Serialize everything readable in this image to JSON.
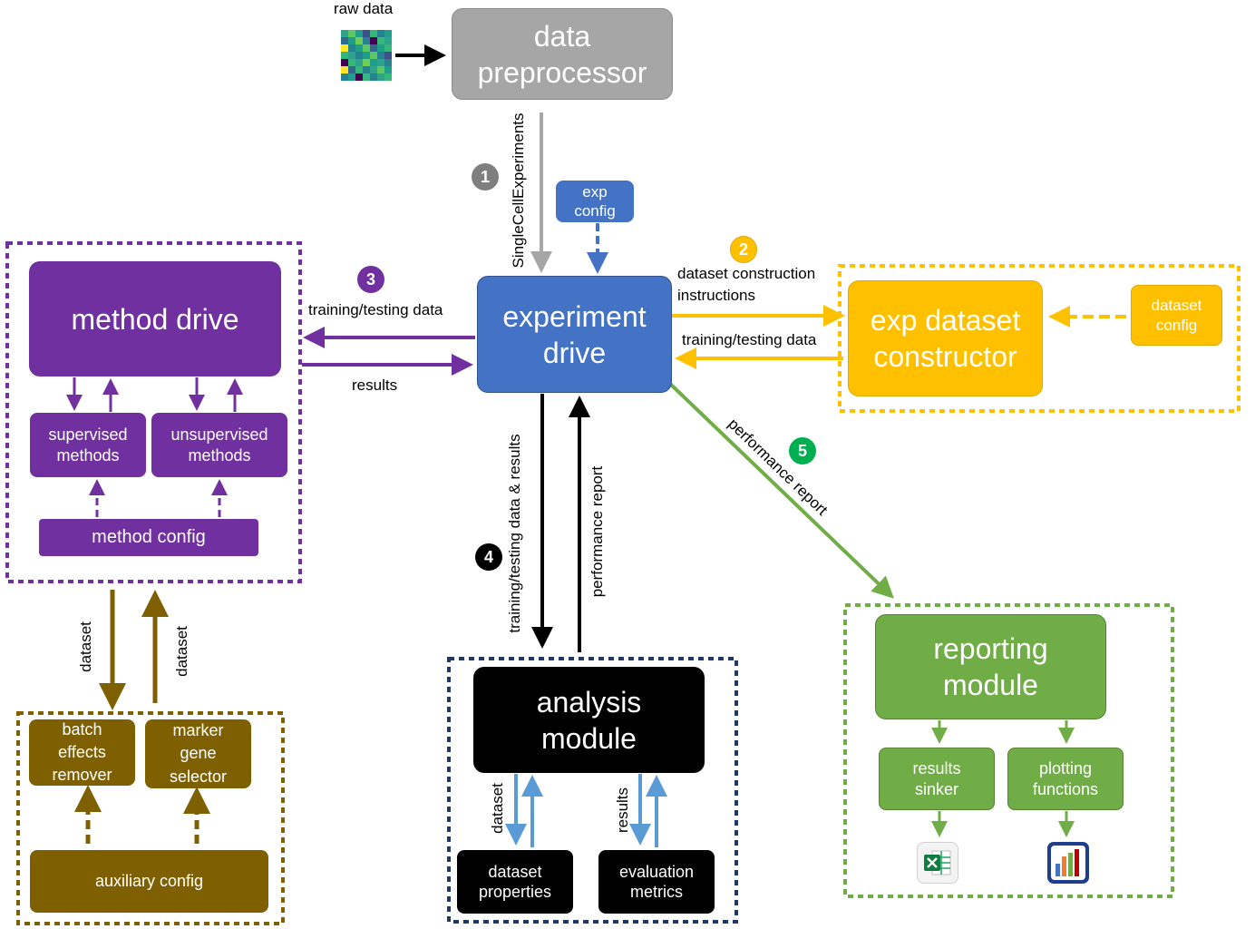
{
  "raw_data": {
    "label": "raw data"
  },
  "boxes": {
    "data_preprocessor": "data preprocessor",
    "experiment_drive": "experiment drive",
    "exp_config": "exp config",
    "method_drive": "method drive",
    "supervised_methods": "supervised methods",
    "unsupervised_methods": "unsupervised methods",
    "method_config": "method config",
    "exp_dataset_constructor": "exp dataset constructor",
    "dataset_config": "dataset config",
    "analysis_module": "analysis module",
    "dataset_properties": "dataset properties",
    "evaluation_metrics": "evaluation metrics",
    "reporting_module": "reporting module",
    "results_sinker": "results sinker",
    "plotting_functions": "plotting functions",
    "batch_effects_remover": "batch effects remover",
    "marker_gene_selector": "marker gene selector",
    "auxiliary_config": "auxiliary config"
  },
  "edge_labels": {
    "single_cell_experiments": "SingleCellExperiments",
    "dataset_construction_instructions_1": "dataset construction",
    "dataset_construction_instructions_2": "instructions",
    "training_testing_data_right": "training/testing data",
    "training_testing_data_left": "training/testing data",
    "results_left": "results",
    "training_testing_data_results": "training/testing data & results",
    "performance_report_up": "performance report",
    "performance_report_diag": "performance report",
    "dataset_down": "dataset",
    "dataset_up": "dataset",
    "analysis_dataset": "dataset",
    "analysis_results": "results"
  },
  "badges": [
    "1",
    "2",
    "3",
    "4",
    "5"
  ],
  "colors": {
    "gray": "#a6a6a6",
    "blue": "#4472c4",
    "purple": "#7030a0",
    "orange": "#ffc000",
    "black": "#000000",
    "green": "#70ad47",
    "brown": "#7f6000",
    "lightblue": "#5b9bd5",
    "navy": "#1f3864"
  },
  "icons": [
    "heatmap-icon",
    "excel-icon",
    "bar-chart-icon"
  ]
}
